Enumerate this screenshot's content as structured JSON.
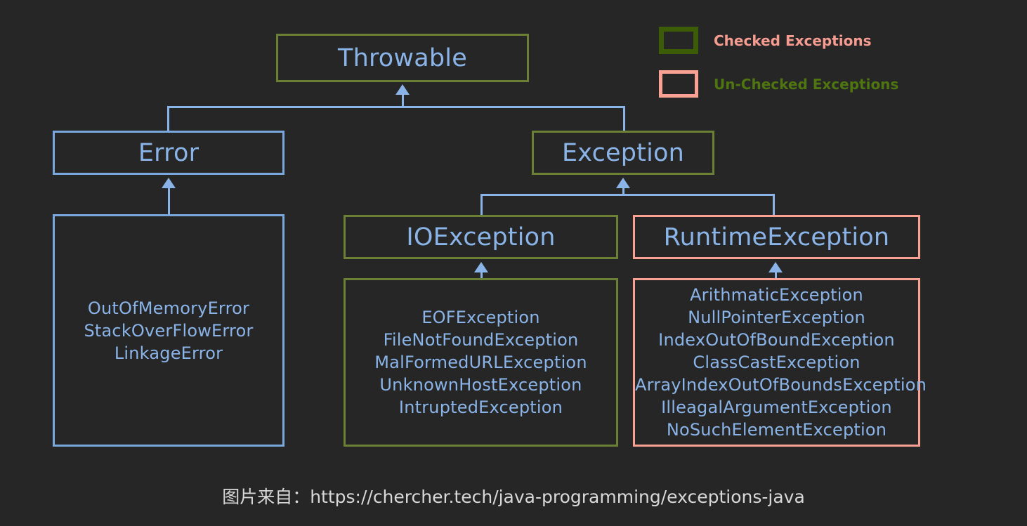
{
  "diagram": {
    "title_nodes": {
      "throwable": "Throwable",
      "error": "Error",
      "exception": "Exception",
      "ioexception": "IOException",
      "runtimeexception": "RuntimeException"
    },
    "error_children": [
      "OutOfMemoryError",
      "StackOverFlowError",
      "LinkageError"
    ],
    "ioexception_children": [
      "EOFException",
      "FileNotFoundException",
      "MalFormedURLException",
      "UnknownHostException",
      "IntruptedException"
    ],
    "runtimeexception_children": [
      "ArithmaticException",
      "NullPointerException",
      "IndexOutOfBoundException",
      "ClassCastException",
      "ArrayIndexOutOfBoundsException",
      "IlleagalArgumentException",
      "NoSuchElementException"
    ]
  },
  "legend": {
    "items": [
      {
        "swatch": "green-box",
        "label": "Checked Exceptions"
      },
      {
        "swatch": "pink-box",
        "label": "Un-Checked Exceptions"
      }
    ]
  },
  "caption": {
    "text": "图片来自：https://chercher.tech/java-programming/exceptions-java"
  },
  "colors": {
    "background": "#262626",
    "node_text": "#8ab4e8",
    "connector": "#8ab4e8",
    "olive_border": "#6b8035",
    "blue_border": "#7aa8dd",
    "pink_border": "#f9a294",
    "legend_green_swatch": "#3d5c08",
    "legend_pink_swatch": "#f9a294",
    "legend_pink_text": "#f79c90",
    "legend_green_text": "#4f7510",
    "caption_text": "#d8d8d8"
  }
}
